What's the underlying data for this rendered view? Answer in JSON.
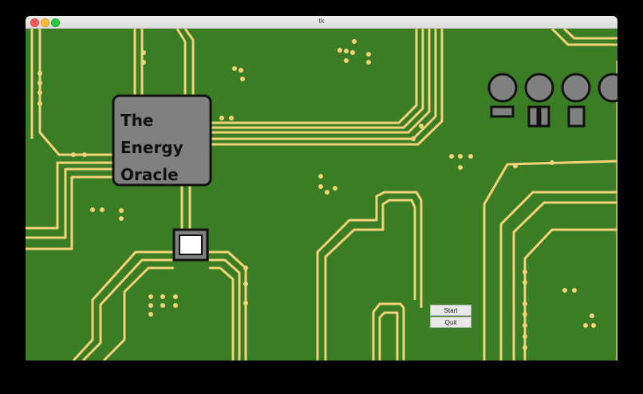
{
  "window": {
    "title": "tk"
  },
  "game": {
    "title_box": "The\nEnergy\nOracle",
    "buttons": {
      "start": "Start",
      "quit": "Quit"
    }
  },
  "colors": {
    "board": "#3a7d24",
    "trace": "#f3d27a",
    "chip": "#808080",
    "chip_border": "#111111"
  }
}
